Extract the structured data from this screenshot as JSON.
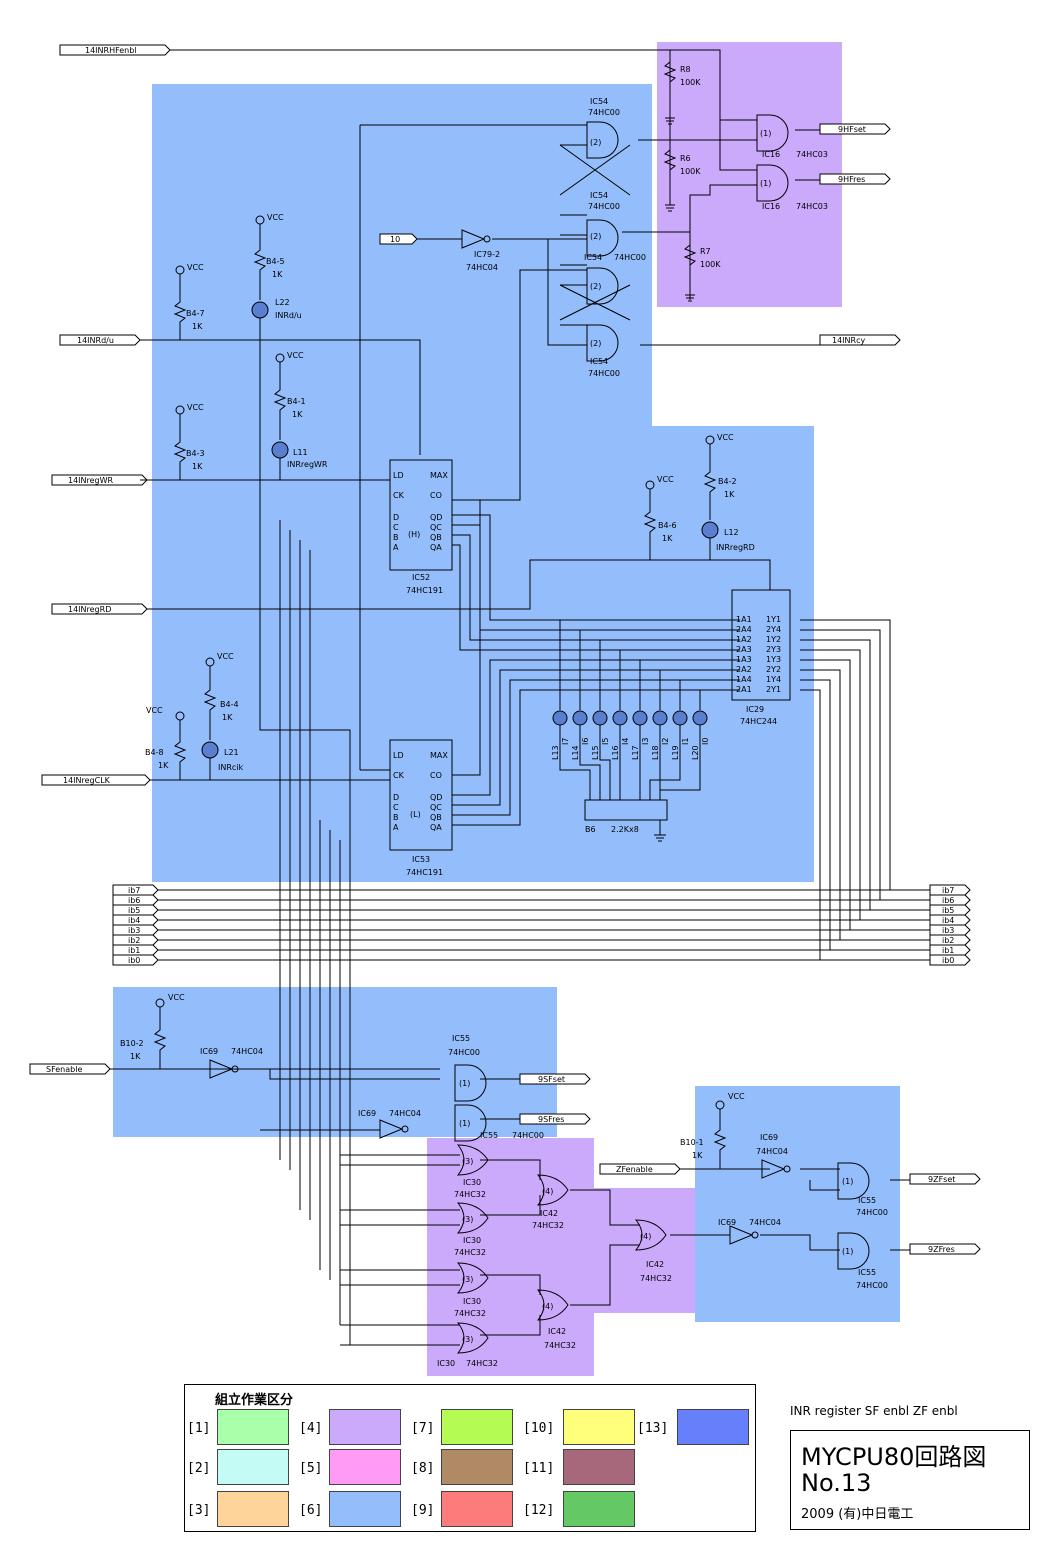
{
  "signals": {
    "in_rf_enbl": "14INRHFenbl",
    "in_rd_u": "14INRd/u",
    "in_reg_wr": "14INregWR",
    "in_reg_rd": "14INregRD",
    "in_reg_clk": "14INregCLK",
    "in_10": "10",
    "out_hf_set": "9HFset",
    "out_hf_res": "9HFres",
    "out_cy": "14INRcy_",
    "sf_enable": "SFenable",
    "out_sf_set": "9SFset",
    "out_sf_res": "9SFres",
    "zf_enable": "ZFenable",
    "out_zf_set": "9ZFset",
    "out_zf_res": "9ZFres",
    "bus": [
      "ib7",
      "ib6",
      "ib5",
      "ib4",
      "ib3",
      "ib2",
      "ib1",
      "ib0"
    ]
  },
  "parts": {
    "r8": "R8",
    "r8v": "100K",
    "r6": "R6",
    "r6v": "100K",
    "r7": "R7",
    "r7v": "100K",
    "b47": "B4-7",
    "b45": "B4-5",
    "b41": "B4-1",
    "b43": "B4-3",
    "b46": "B4-6",
    "b42": "B4-2",
    "b44": "B4-4",
    "b48": "B4-8",
    "k1": "1K",
    "l22": "L22",
    "l22n": "INRd/u",
    "l11": "L11",
    "l11n": "INRregWR",
    "l12": "L12",
    "l12n": "INRregRD",
    "l21": "L21",
    "l21n": "INRcik",
    "vcc": "VCC",
    "ic54": "IC54",
    "hc00": "74HC00",
    "ic16": "IC16",
    "hc03": "74HC03",
    "ic79": "IC79-2",
    "hc04": "74HC04",
    "ic52": "IC52",
    "ic53": "IC53",
    "hc191": "74HC191",
    "ic29": "IC29",
    "hc244": "74HC244",
    "b6": "B6",
    "b6v": "2.2Kx8",
    "leds": [
      "L13",
      "L14",
      "L15",
      "L16",
      "L17",
      "L18",
      "L19",
      "L20"
    ],
    "led_bits": [
      "I7",
      "I6",
      "I5",
      "I4",
      "I3",
      "I2",
      "I1",
      "I0"
    ],
    "b102": "B10-2",
    "b101": "B10-1",
    "ic69": "IC69",
    "ic55": "IC55",
    "ic30": "IC30",
    "hc32": "74HC32",
    "ic42": "IC42"
  },
  "legend": {
    "title": "組立作業区分",
    "items": [
      {
        "label": "[1]",
        "color": "#aaffaa"
      },
      {
        "label": "[2]",
        "color": "#c4fcf5"
      },
      {
        "label": "[3]",
        "color": "#ffd49a"
      },
      {
        "label": "[4]",
        "color": "#cbaafc"
      },
      {
        "label": "[5]",
        "color": "#ff9af5"
      },
      {
        "label": "[6]",
        "color": "#94bdfc"
      },
      {
        "label": "[7]",
        "color": "#b4fc54"
      },
      {
        "label": "[8]",
        "color": "#b08a64"
      },
      {
        "label": "[9]",
        "color": "#fc7c7c"
      },
      {
        "label": "[10]",
        "color": "#ffff7c"
      },
      {
        "label": "[11]",
        "color": "#a8687c"
      },
      {
        "label": "[12]",
        "color": "#64c864"
      },
      {
        "label": "[13]",
        "color": "#6680fc"
      }
    ]
  },
  "subtitle": "INR register  SF enbl  ZF enbl",
  "title": {
    "line1": "MYCPU80回路図",
    "line2": "No.13",
    "line3": "2009 (有)中日電工"
  },
  "colors": {
    "blue_zone": "#94bdfc",
    "purple_zone": "#cbaafc"
  }
}
